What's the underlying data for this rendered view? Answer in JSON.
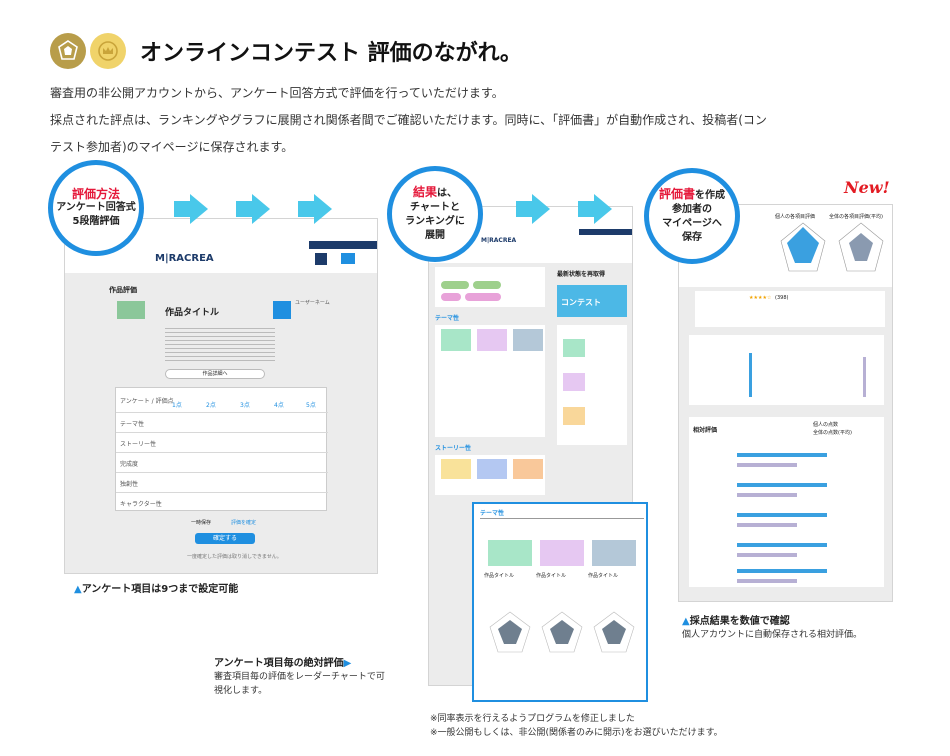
{
  "header": {
    "title": "オンラインコンテスト 評価のながれ。"
  },
  "intro": {
    "line1": "審査用の非公開アカウントから、アンケート回答方式で評価を行っていただけます。",
    "line2": "採点された評点は、ランキングやグラフに展開され関係者間でご確認いただけます。同時に、「評価書」が自動作成され、投稿者(コン",
    "line3": "テスト参加者)のマイページに保存されます。"
  },
  "bubble1": {
    "red": "評価方法",
    "line1": "アンケート回答式",
    "line2": "5段階評価"
  },
  "bubble2": {
    "red": "結果",
    "rest": "は、",
    "line1": "チャートと",
    "line2": "ランキングに",
    "line3": "展開"
  },
  "bubble3": {
    "red": "評価書",
    "rest": "を作成",
    "line1": "参加者の",
    "line2": "マイページへ",
    "line3": "保存"
  },
  "new_badge": "New!",
  "panel1": {
    "brand": "M|RACREA",
    "section": "作品評価",
    "work_title": "作品タイトル",
    "user_label": "ユーザーネーム",
    "detail_button": "作品詳細へ",
    "table_header": "アンケート / 評価点",
    "scores": [
      "1点",
      "2点",
      "3点",
      "4点",
      "5点"
    ],
    "rows": [
      "テーマ性",
      "ストーリー性",
      "完成度",
      "独創性",
      "キャラクター性"
    ],
    "radio_a": "一時保存",
    "radio_b": "評価を確定",
    "confirm_button": "確定する",
    "note": "一度確定した評価は取り消しできません。"
  },
  "panel2": {
    "brand": "M|RACREA",
    "ranking_title": "最新状態を再取得",
    "contest": "コンテスト",
    "theme_label": "テーマ性",
    "story_label": "ストーリー性",
    "work_label": "作品タイトル"
  },
  "panel3": {
    "col_self": "個人の各項目評価",
    "col_avg": "全体の各項目評価(平均)",
    "score": "(398)",
    "relative": "相対評価",
    "legend_self": "個人の点数",
    "legend_avg": "全体の点数(平均)"
  },
  "captions": {
    "c1": "アンケート項目は9つまで設定可能",
    "c2_title": "アンケート項目毎の絶対評価",
    "c2_sub1": "審査項目毎の評価をレーダーチャートで可",
    "c2_sub2": "視化します。",
    "c3_title": "採点結果を数値で確認",
    "c3_sub": "個人アカウントに自動保存される相対評価。",
    "note1": "※同率表示を行えるようプログラムを修正しました",
    "note2": "※一般公開もしくは、非公開(関係者のみに開示)をお選びいただけます。"
  },
  "colors": {
    "accent_blue": "#1f8fe0",
    "arrow_cyan": "#49c8ea",
    "red": "#e5183a",
    "navy": "#1d3b6a"
  }
}
